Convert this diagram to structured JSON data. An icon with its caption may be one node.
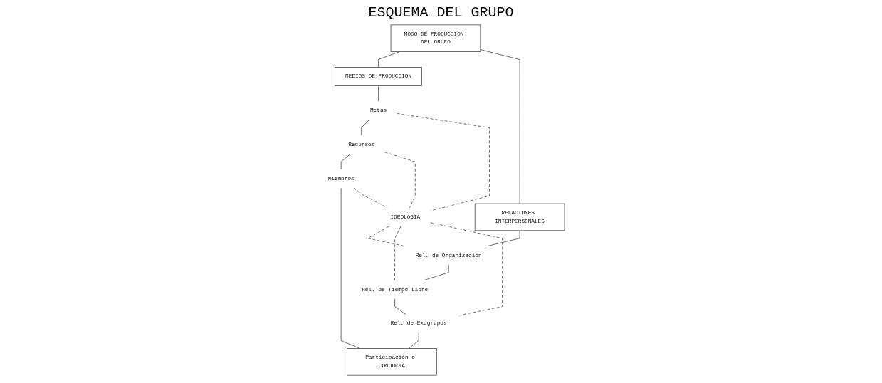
{
  "diagram": {
    "title": "ESQUEMA DEL GRUPO",
    "nodes": [
      {
        "text": [
          "MODO DE PRODUCCION DEL GRUPO"
        ]
      },
      {
        "text": [
          "MEDIOS DE PRODUCCION"
        ]
      },
      {
        "text": [
          "RELACIONES INTERPERSONALES"
        ]
      },
      {
        "text": [
          "Metas"
        ]
      },
      {
        "text": [
          "Rel. de Organización"
        ]
      },
      {
        "text": [
          "Recursos"
        ]
      },
      {
        "text": [
          "IDEOLOGIA"
        ]
      },
      {
        "text": [
          "Rel. de Tiempo Libre"
        ]
      },
      {
        "text": [
          "Miembros"
        ]
      },
      {
        "text": [
          "Rel. de Exogrupos"
        ]
      },
      {
        "text": [
          "Participación o CONDUCTA"
        ]
      }
    ],
    "edges": [
      {
        "from": 0,
        "to": 1,
        "arrow": "none"
      },
      {
        "from": 0,
        "to": 2,
        "arrow": "none"
      },
      {
        "from": 1,
        "to": 3,
        "arrow": "none"
      },
      {
        "from": 3,
        "to": 5,
        "arrow": "none"
      },
      {
        "from": 5,
        "to": 8,
        "arrow": "none"
      },
      {
        "from": 8,
        "to": 10,
        "arrow": "none"
      },
      {
        "from": 2,
        "to": 4,
        "arrow": "none"
      },
      {
        "from": 4,
        "to": 7,
        "arrow": "none"
      },
      {
        "from": 7,
        "to": 9,
        "arrow": "none"
      },
      {
        "from": 9,
        "to": 10,
        "arrow": "none"
      },
      {
        "from": 3,
        "to": 6,
        "arrow": "none",
        "style": "dashed"
      },
      {
        "from": 5,
        "to": 6,
        "arrow": "none",
        "style": "dashed"
      },
      {
        "from": 8,
        "to": 6,
        "arrow": "none",
        "style": "dashed"
      },
      {
        "from": 6,
        "to": 4,
        "arrow": "none",
        "style": "dashed"
      },
      {
        "from": 6,
        "to": 7,
        "arrow": "none",
        "style": "dashed"
      },
      {
        "from": 6,
        "to": 9,
        "arrow": "none",
        "style": "dashed"
      }
    ]
  }
}
